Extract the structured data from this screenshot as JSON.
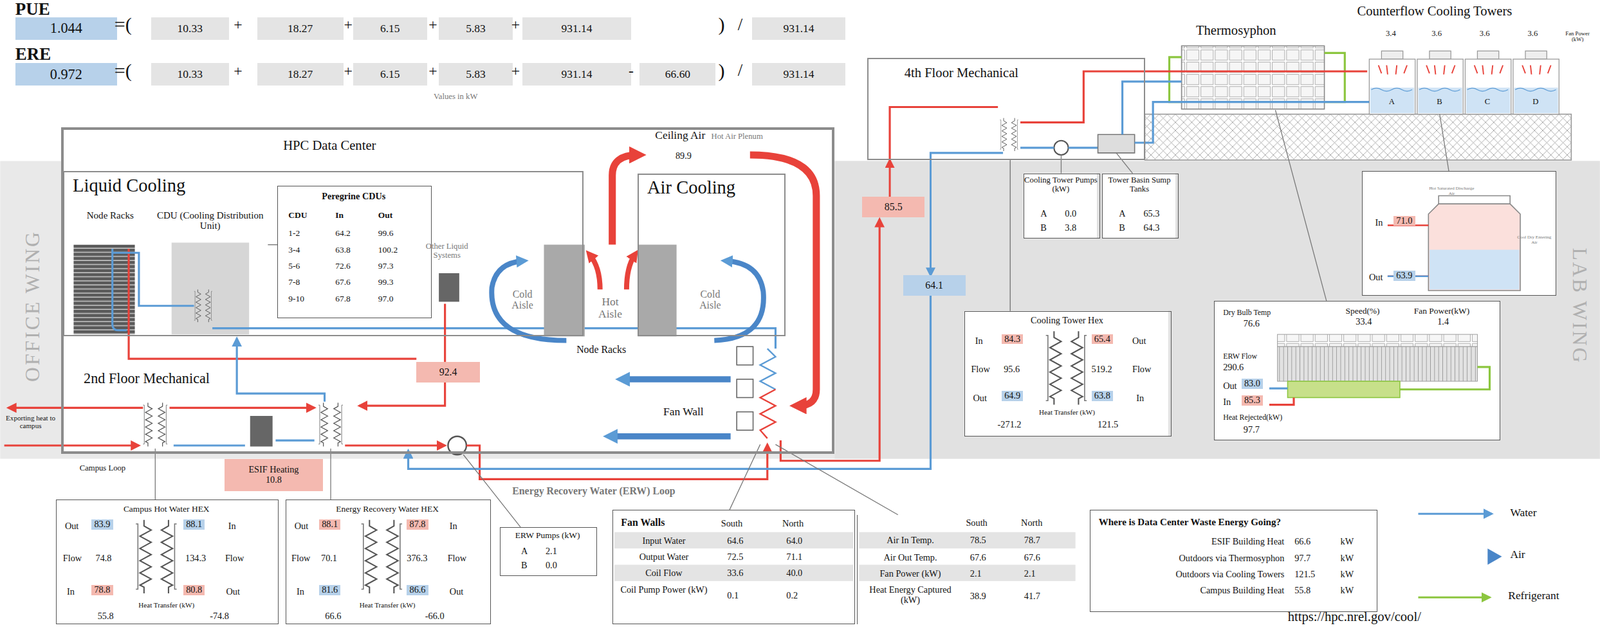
{
  "diagram": {
    "nodes": [
      {
        "text": [
          "1.044"
        ]
      },
      {
        "text": [
          "10.33"
        ]
      },
      {
        "text": [
          "18.27"
        ]
      },
      {
        "text": [
          "6.15"
        ]
      },
      {
        "text": [
          "5.83"
        ]
      },
      {
        "text": [
          "931.14"
        ]
      },
      {
        "text": [
          "931.14"
        ]
      },
      {
        "text": [
          "0.972"
        ]
      },
      {
        "text": [
          "10.33"
        ]
      },
      {
        "text": [
          "18.27"
        ]
      },
      {
        "text": [
          "6.15"
        ]
      },
      {
        "text": [
          "5.83"
        ]
      },
      {
        "text": [
          "931.14"
        ]
      },
      {
        "text": [
          "66.60"
        ]
      },
      {
        "text": [
          "931.14"
        ]
      },
      {
        "text": [
          "HPC Data Center"
        ]
      },
      {
        "text": [
          "Liquid Cooling"
        ],
        "in": 15
      },
      {
        "text": [
          "Node Racks"
        ],
        "in": 16
      },
      {
        "text": [
          "CDU (Cooling Distribution Unit)"
        ],
        "in": 16
      },
      {
        "text": [
          "Peregrine CDUs",
          "CDU",
          "In",
          "Out",
          "1-2",
          "64.2",
          "99.6",
          "3-4",
          "63.8",
          "100.2",
          "5-6",
          "72.6",
          "97.3",
          "7-8",
          "67.6",
          "99.3",
          "9-10",
          "67.8",
          "97.0"
        ],
        "in": 16
      },
      {
        "text": [
          "Air Cooling"
        ],
        "in": 15
      },
      {
        "text": [
          "92.4"
        ],
        "in": 15
      },
      {
        "text": [
          "ESIF Heating",
          "10.8"
        ]
      },
      {
        "text": [
          "Campus Hot Water HEX",
          "Out",
          "83.9",
          "88.1",
          "In",
          "Flow",
          "74.8",
          "134.3",
          "Flow",
          "In",
          "78.8",
          "80.8",
          "Out",
          "Heat Transfer (kW)",
          "55.8",
          "-74.8"
        ]
      },
      {
        "text": [
          "Energy Recovery Water HEX",
          "Out",
          "88.1",
          "87.8",
          "In",
          "Flow",
          "70.1",
          "376.3",
          "Flow",
          "In",
          "81.6",
          "86.6",
          "Out",
          "Heat Transfer (kW)",
          "66.6",
          "-66.0"
        ]
      },
      {
        "text": [
          "ERW Pumps (kW)",
          "A",
          "2.1",
          "B",
          "0.0"
        ]
      },
      {
        "text": [
          "Fan Walls",
          "South",
          "North",
          "Input Water",
          "64.6",
          "64.0",
          "Output Water",
          "72.5",
          "71.1",
          "Coil Flow",
          "33.6",
          "40.0",
          "Coil Pump Power (kW)",
          "0.1",
          "0.2"
        ]
      },
      {
        "text": [
          "South",
          "North",
          "Air In Temp.",
          "78.5",
          "78.7",
          "Air Out Temp.",
          "67.6",
          "67.6",
          "Fan Power (kW)",
          "2.1",
          "2.1",
          "Heat Energy Captured (kW)",
          "38.9",
          "41.7"
        ]
      },
      {
        "text": [
          "Where is Data Center Waste Energy Going?",
          "ESIF Building Heat",
          "66.6",
          "kW",
          "Outdoors via Thermosyphon",
          "97.7",
          "kW",
          "Outdoors via Cooling Towers",
          "121.5",
          "kW",
          "Campus Building Heat",
          "55.8",
          "kW"
        ]
      },
      {
        "text": [
          "4th Floor Mechanical"
        ]
      },
      {
        "text": [
          "85.5"
        ]
      },
      {
        "text": [
          "64.1"
        ]
      },
      {
        "text": [
          "Cooling Tower Pumps (kW)",
          "A",
          "0.0",
          "B",
          "3.8"
        ]
      },
      {
        "text": [
          "Tower Basin Sump Tanks",
          "A",
          "65.3",
          "B",
          "64.3"
        ]
      },
      {
        "text": [
          "Cooling Tower Hex",
          "In",
          "84.3",
          "65.4",
          "Out",
          "Flow",
          "95.6",
          "519.2",
          "Flow",
          "Out",
          "64.9",
          "63.8",
          "In",
          "Heat Transfer (kW)",
          "-271.2",
          "121.5"
        ]
      },
      {
        "text": [
          "Hot Saturated Discharge Air",
          "Cool Dry Entering Air",
          "In",
          "71.0",
          "Out",
          "63.9"
        ]
      },
      {
        "text": [
          "Dry Bulb Temp",
          "76.6",
          "Speed(%)",
          "33.4",
          "Fan Power(kW)",
          "1.4",
          "ERW Flow",
          "290.6",
          "Out",
          "83.0",
          "In",
          "85.3",
          "Heat Rejected(kW)",
          "97.7"
        ]
      }
    ],
    "edges": [
      {
        "from": 19,
        "to": 18,
        "arrow": "none"
      },
      {
        "from": 34,
        "to": 29,
        "arrow": "none"
      },
      {
        "from": 30,
        "to": 29,
        "arrow": "to"
      },
      {
        "from": 29,
        "to": 31,
        "arrow": "to"
      }
    ],
    "labels": [
      "PUE",
      "=(",
      "+",
      "+",
      "+",
      "+",
      ")",
      "/",
      "ERE",
      "=(",
      "+",
      "+",
      "+",
      "+",
      "-",
      ")",
      "/",
      "Values in kW",
      "Ceiling Air",
      "Hot Air Plenum",
      "89.9",
      "Other Liquid Systems",
      "Cold Aisle",
      "Hot Aisle",
      "Cold Aisle",
      "Node Racks",
      "Fan Wall",
      "2nd Floor Mechanical",
      "Exporting heat to campus",
      "Campus Loop",
      "Energy Recovery Water (ERW) Loop",
      "OFFICE WING",
      "LAB WING",
      "Thermosyphon",
      "Counterflow Cooling Towers",
      "3.4",
      "3.6",
      "3.6",
      "3.6",
      "Fan Power (kW)",
      "A",
      "B",
      "C",
      "D",
      "https://hpc.nrel.gov/cool/"
    ],
    "legend": [
      {
        "text": "Water"
      },
      {
        "text": "Air"
      },
      {
        "text": "Refrigerant"
      }
    ]
  }
}
